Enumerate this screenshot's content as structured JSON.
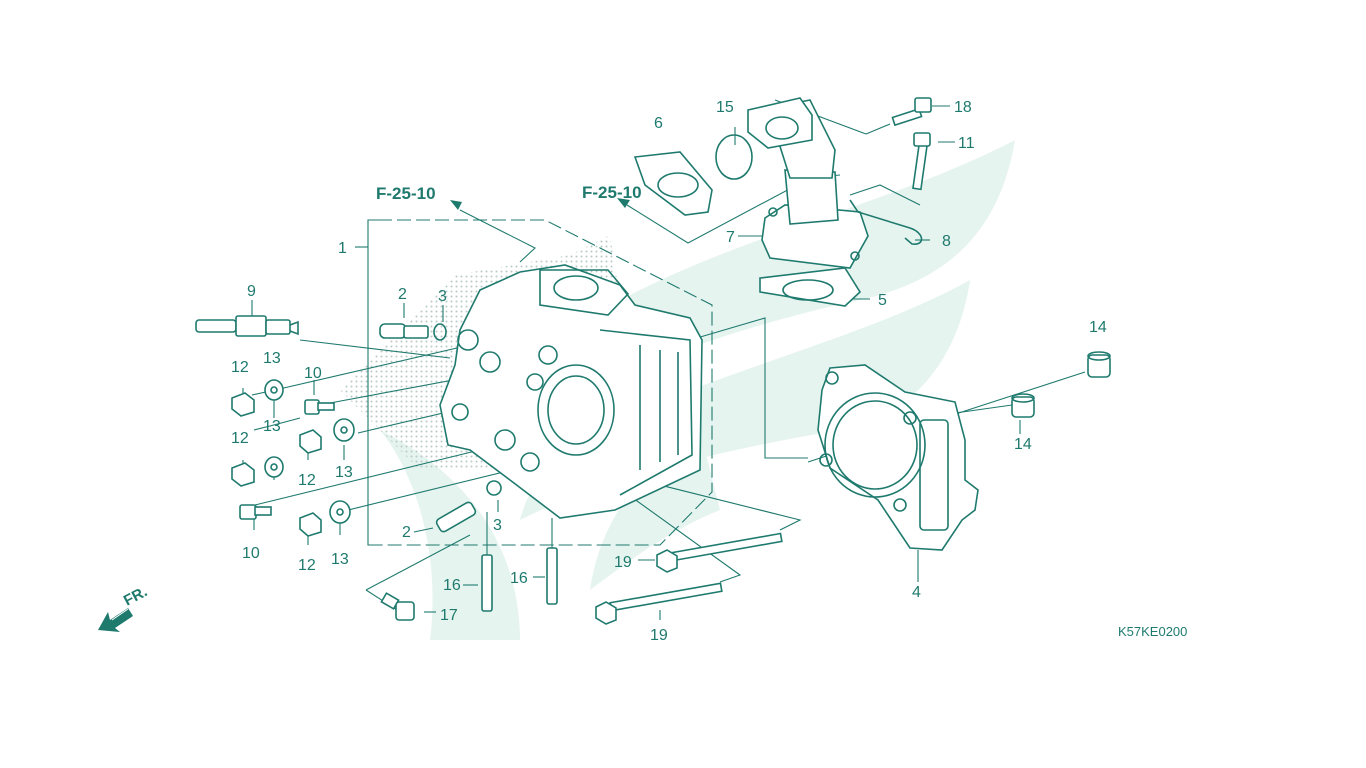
{
  "references": {
    "left": "F-25-10",
    "right": "F-25-10"
  },
  "diagram_code": "K57KE0200",
  "direction_label": "FR.",
  "callouts": {
    "c1": "1",
    "c2a": "2",
    "c2b": "2",
    "c3a": "3",
    "c3b": "3",
    "c4": "4",
    "c5": "5",
    "c6": "6",
    "c7": "7",
    "c8": "8",
    "c9": "9",
    "c10a": "10",
    "c10b": "10",
    "c11": "11",
    "c12a": "12",
    "c12b": "12",
    "c12c": "12",
    "c12d": "12",
    "c13a": "13",
    "c13b": "13",
    "c13c": "13",
    "c13d": "13",
    "c14a": "14",
    "c14b": "14",
    "c15": "15",
    "c16a": "16",
    "c16b": "16",
    "c17": "17",
    "c18": "18",
    "c19a": "19",
    "c19b": "19"
  },
  "colors": {
    "line": "#1f7a6e",
    "watermark": "#e6f4ef",
    "shade": "#c9d6d3"
  }
}
